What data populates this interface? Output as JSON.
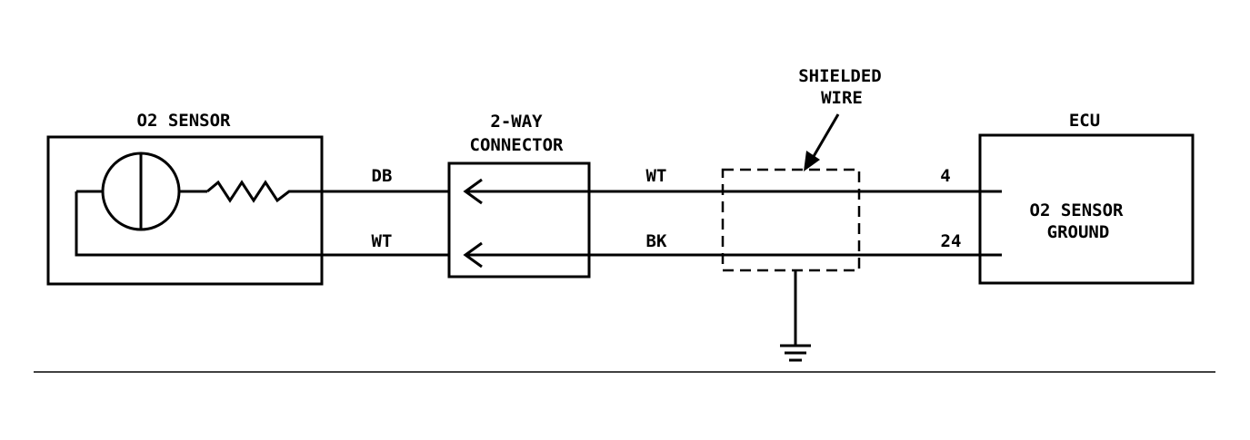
{
  "components": {
    "o2_sensor": {
      "title": "O2 SENSOR"
    },
    "connector": {
      "title_line1": "2-WAY",
      "title_line2": "CONNECTOR"
    },
    "shield": {
      "title_line1": "SHIELDED",
      "title_line2": "WIRE"
    },
    "ecu": {
      "title": "ECU",
      "inner_line1": "O2 SENSOR",
      "inner_line2": "GROUND"
    }
  },
  "wires": {
    "upper": {
      "sensor_side_color": "DB",
      "ecu_side_color": "WT",
      "ecu_pin": "4"
    },
    "lower": {
      "sensor_side_color": "WT",
      "ecu_side_color": "BK",
      "ecu_pin": "24"
    }
  },
  "colors": {
    "ink": "#000000",
    "background": "#ffffff"
  }
}
